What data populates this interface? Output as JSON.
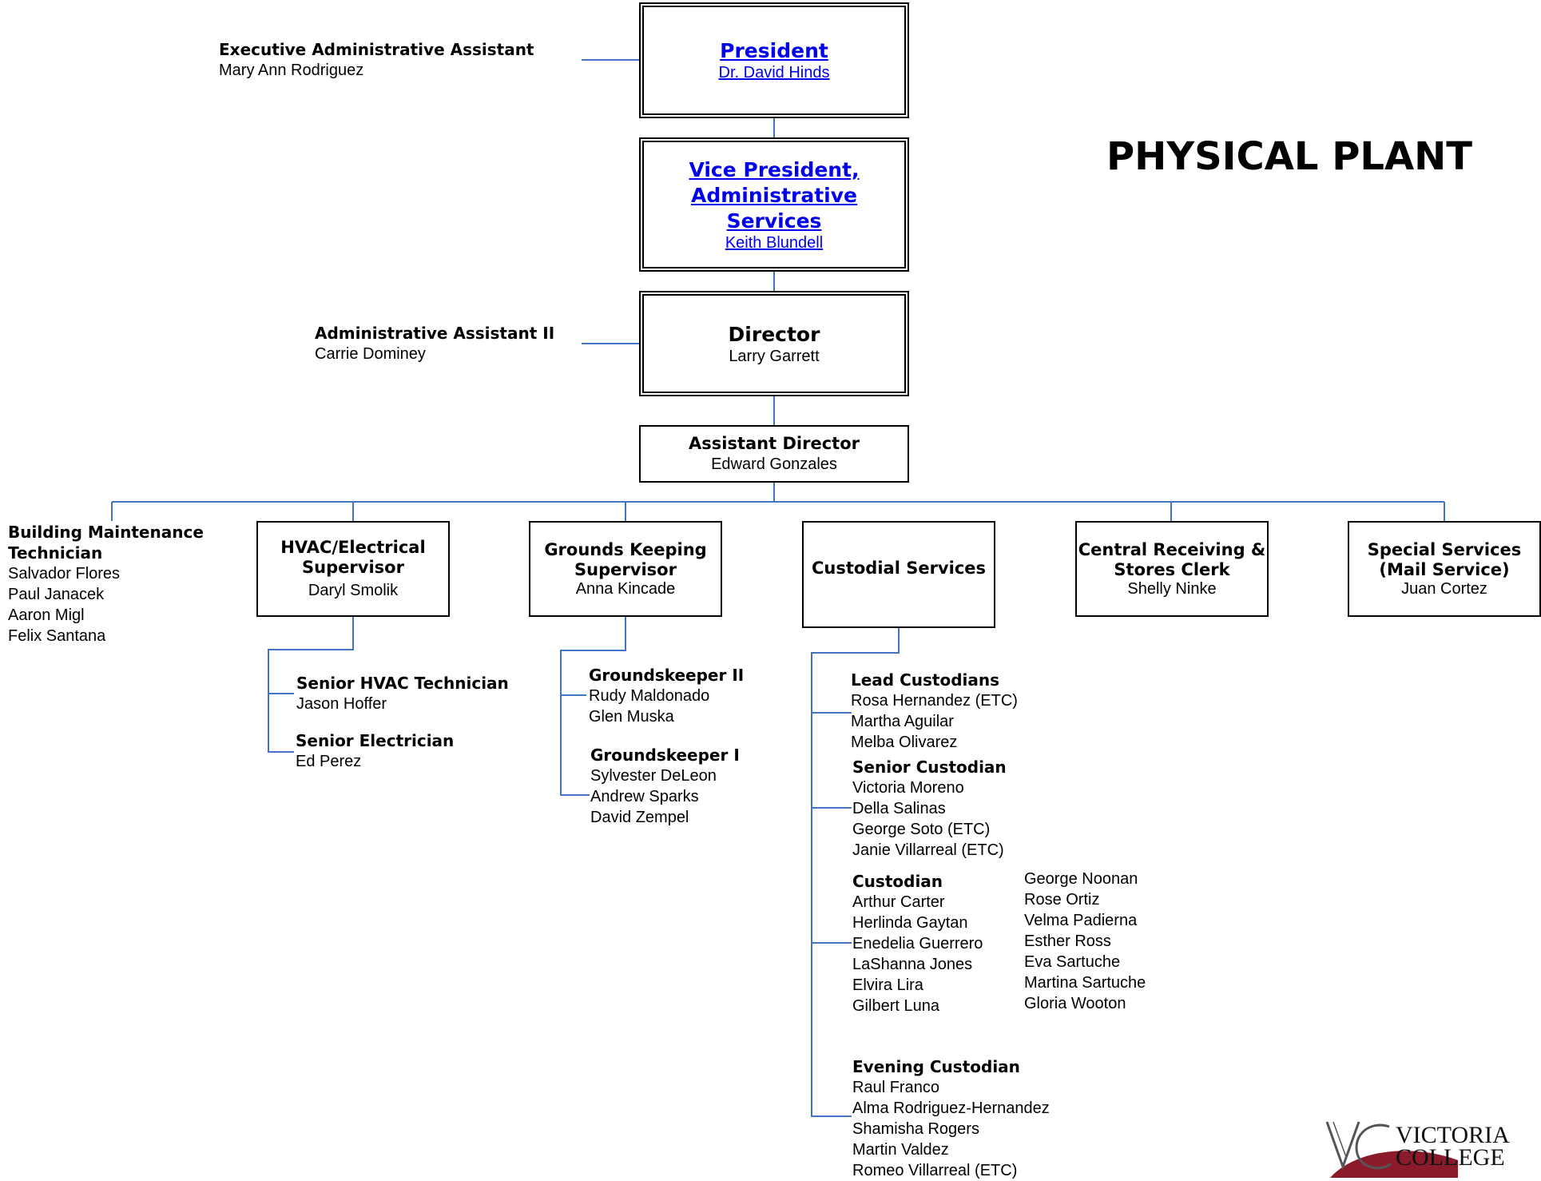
{
  "page": {
    "title": "PHYSICAL PLANT"
  },
  "colors": {
    "connector": "#4472c4",
    "link": "#0000ee",
    "logo_maroon": "#8b1a2b"
  },
  "logo": {
    "line1": "VICTORIA",
    "line2": "COLLEGE"
  },
  "president": {
    "title": "President",
    "name": "Dr. David Hinds"
  },
  "vp": {
    "title_1": "Vice President,",
    "title_2": "Administrative",
    "title_3": "Services",
    "name": "Keith Blundell"
  },
  "director": {
    "title": "Director",
    "name": "Larry Garrett"
  },
  "assistant_director": {
    "title": "Assistant Director",
    "name": "Edward Gonzales"
  },
  "exec_assistant": {
    "title": "Executive Administrative Assistant",
    "name": "Mary Ann Rodriguez"
  },
  "admin_assistant": {
    "title": "Administrative Assistant II",
    "name": "Carrie Dominey"
  },
  "building_maintenance": {
    "title_1": "Building Maintenance",
    "title_2": "Technician",
    "names": [
      "Salvador Flores",
      "Paul Janacek",
      "Aaron Migl",
      "Felix Santana"
    ]
  },
  "hvac": {
    "title_1": "HVAC/Electrical",
    "title_2": "Supervisor",
    "name": "Daryl Smolik"
  },
  "senior_hvac": {
    "title": "Senior HVAC Technician",
    "name": "Jason Hoffer"
  },
  "senior_electrician": {
    "title": "Senior Electrician",
    "name": "Ed Perez"
  },
  "grounds": {
    "title_1": "Grounds Keeping",
    "title_2": "Supervisor",
    "name": "Anna Kincade"
  },
  "groundskeeper_2": {
    "title": "Groundskeeper II",
    "names": [
      "Rudy Maldonado",
      "Glen Muska"
    ]
  },
  "groundskeeper_1": {
    "title": "Groundskeeper I",
    "names": [
      "Sylvester DeLeon",
      "Andrew Sparks",
      "David Zempel"
    ]
  },
  "custodial": {
    "title": "Custodial Services"
  },
  "lead_custodians": {
    "title": "Lead Custodians",
    "names": [
      "Rosa Hernandez (ETC)",
      "Martha Aguilar",
      "Melba Olivarez"
    ]
  },
  "senior_custodian": {
    "title": "Senior Custodian",
    "names": [
      "Victoria Moreno",
      "Della Salinas",
      "George Soto (ETC)",
      "Janie Villarreal (ETC)"
    ]
  },
  "custodian": {
    "title": "Custodian",
    "names_col1": [
      "Arthur Carter",
      "Herlinda Gaytan",
      "Enedelia Guerrero",
      "LaShanna Jones",
      "Elvira Lira",
      "Gilbert Luna"
    ],
    "names_col2": [
      "George Noonan",
      "Rose Ortiz",
      "Velma Padierna",
      "Esther Ross",
      "Eva Sartuche",
      "Martina Sartuche",
      "Gloria Wooton"
    ]
  },
  "evening_custodian": {
    "title": "Evening Custodian",
    "names": [
      "Raul Franco",
      "Alma Rodriguez-Hernandez",
      "Shamisha Rogers",
      "Martin Valdez",
      "Romeo Villarreal (ETC)"
    ]
  },
  "central_receiving": {
    "title_1": "Central Receiving &",
    "title_2": "Stores Clerk",
    "name": "Shelly Ninke"
  },
  "special_services": {
    "title_1": "Special Services",
    "title_2": "(Mail Service)",
    "name": "Juan Cortez"
  }
}
